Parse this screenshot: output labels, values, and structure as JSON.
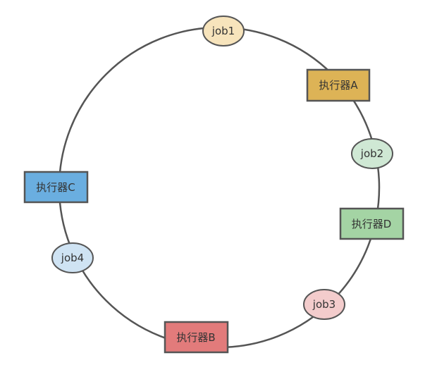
{
  "colors": {
    "ring": "#555555",
    "node_stroke": "#555555",
    "text": "#333333",
    "executor_a": "#ddb356",
    "executor_b": "#e27b7b",
    "executor_c": "#6aaee0",
    "executor_d": "#a4d4a4",
    "job1": "#f7e4bc",
    "job2": "#cfe8d4",
    "job3": "#f3cccc",
    "job4": "#cfe3f3"
  },
  "diagram": {
    "jobs": [
      {
        "id": "job1",
        "label": "job1",
        "color_key": "job1"
      },
      {
        "id": "job2",
        "label": "job2",
        "color_key": "job2"
      },
      {
        "id": "job3",
        "label": "job3",
        "color_key": "job3"
      },
      {
        "id": "job4",
        "label": "job4",
        "color_key": "job4"
      }
    ],
    "executors": [
      {
        "id": "executor-a",
        "label": "执行器A",
        "color_key": "executor_a"
      },
      {
        "id": "executor-d",
        "label": "执行器D",
        "color_key": "executor_d"
      },
      {
        "id": "executor-b",
        "label": "执行器B",
        "color_key": "executor_b"
      },
      {
        "id": "executor-c",
        "label": "执行器C",
        "color_key": "executor_c"
      }
    ]
  }
}
